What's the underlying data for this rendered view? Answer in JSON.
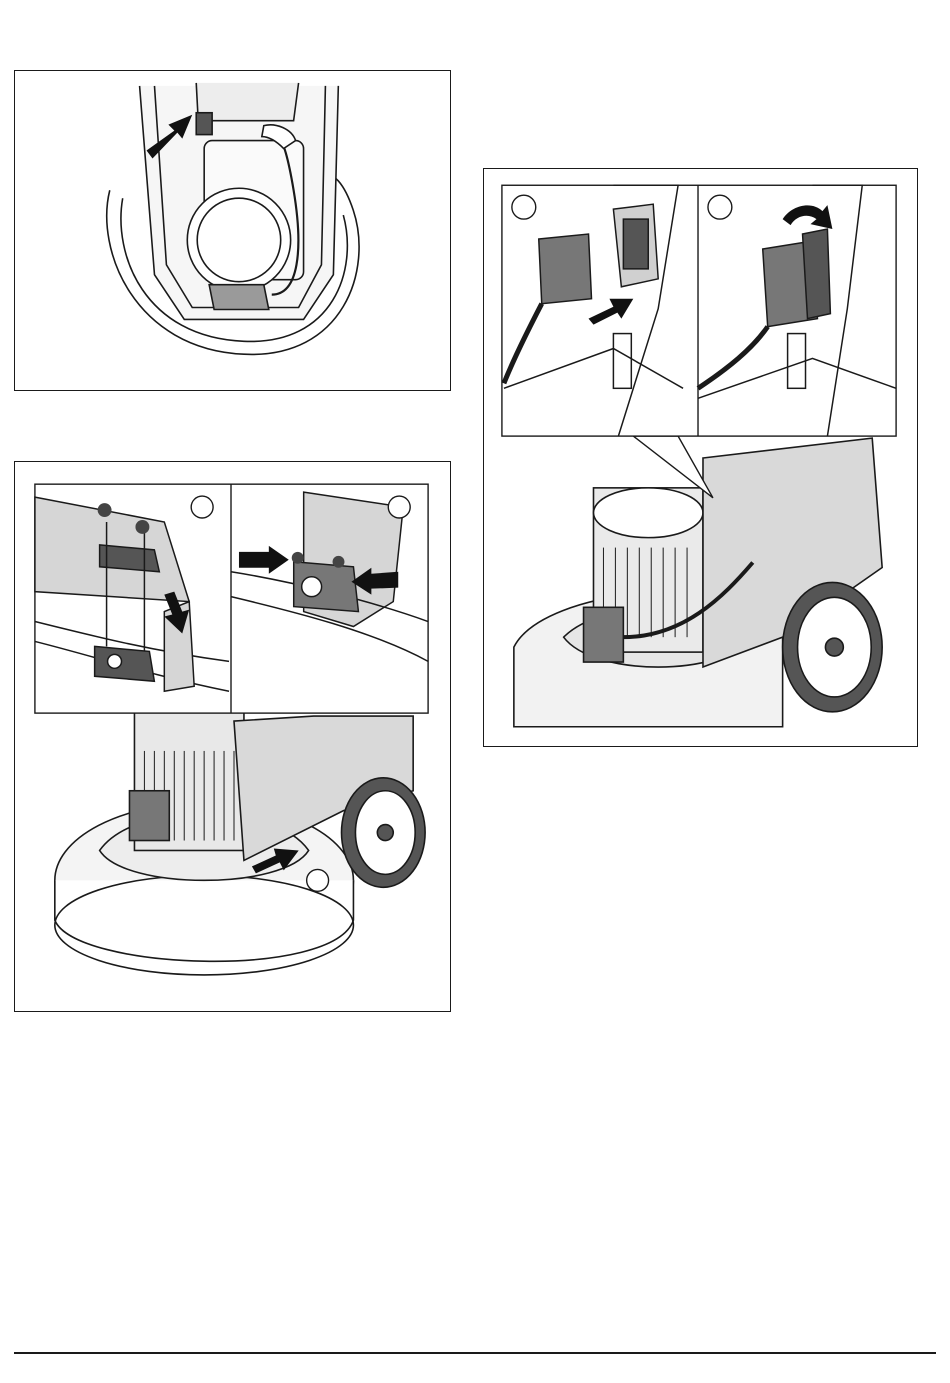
{
  "page": {
    "background": "#ffffff",
    "line_color": "#1a1a1a",
    "figures": [
      {
        "id": "figure-top-left",
        "subject": "wiring-connector-inside-grinder-head"
      },
      {
        "id": "figure-bottom-left",
        "subject": "clamp-bolt-assembly-on-grinder"
      },
      {
        "id": "figure-right",
        "subject": "motor-plug-connection-on-grinder"
      }
    ],
    "callouts": {
      "bottom_left": [
        "",
        "",
        ""
      ],
      "right": [
        "",
        ""
      ]
    }
  }
}
